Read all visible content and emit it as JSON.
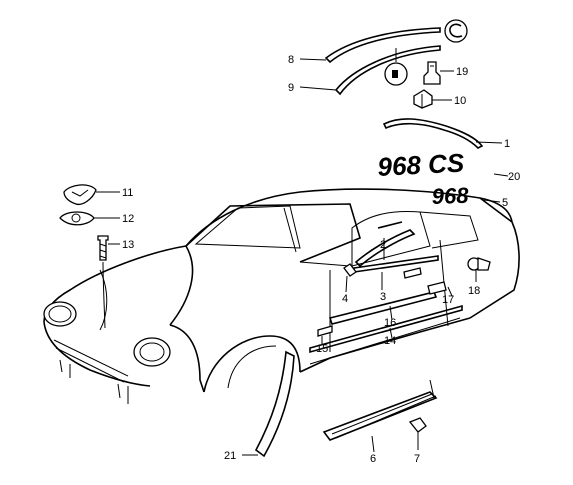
{
  "diagram": {
    "badge_968cs": "968 CS",
    "badge_968": "968",
    "callouts": {
      "c1": "1",
      "c2": "2",
      "c3": "3",
      "c4": "4",
      "c5": "5",
      "c6": "6",
      "c7": "7",
      "c8": "8",
      "c9": "9",
      "c10": "10",
      "c11": "11",
      "c12": "12",
      "c13": "13",
      "c14": "14",
      "c15": "15",
      "c16": "16",
      "c17": "17",
      "c18": "18",
      "c19": "19",
      "c20": "20",
      "c21": "21"
    }
  }
}
